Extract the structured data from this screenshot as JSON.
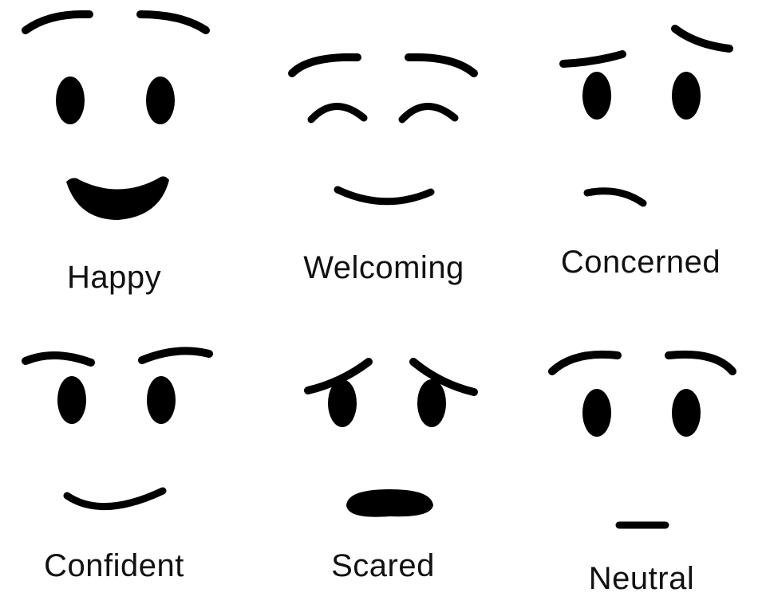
{
  "faces": [
    {
      "label": "Happy"
    },
    {
      "label": "Welcoming"
    },
    {
      "label": "Concerned"
    },
    {
      "label": "Confident"
    },
    {
      "label": "Scared"
    },
    {
      "label": "Neutral"
    }
  ],
  "colors": {
    "ink": "#000000",
    "background": "#ffffff"
  }
}
